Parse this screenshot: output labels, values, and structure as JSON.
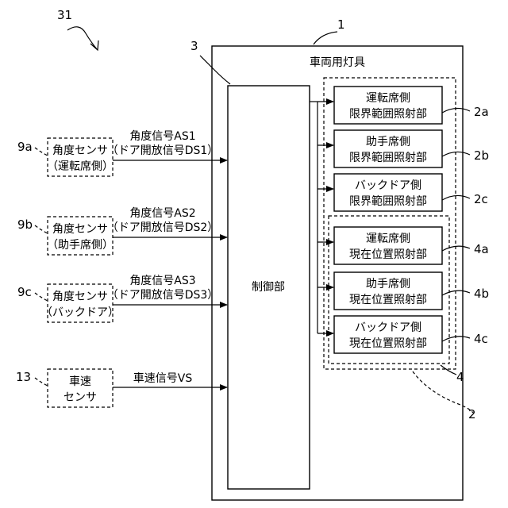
{
  "diagram": {
    "system_ref": "31",
    "lamp": {
      "ref": "1",
      "title": "車両用灯具"
    },
    "controller": {
      "ref": "3",
      "label": "制御部"
    },
    "group_refs": {
      "limit_group": "2",
      "position_group": "4"
    },
    "sensors": [
      {
        "ref": "9a",
        "line1": "角度センサ",
        "line2": "（運転席側）",
        "signal1": "角度信号AS1",
        "signal2": "（ドア開放信号DS1）"
      },
      {
        "ref": "9b",
        "line1": "角度センサ",
        "line2": "（助手席側）",
        "signal1": "角度信号AS2",
        "signal2": "（ドア開放信号DS2）"
      },
      {
        "ref": "9c",
        "line1": "角度センサ",
        "line2": "（バックドア）",
        "signal1": "角度信号AS3",
        "signal2": "（ドア開放信号DS3）"
      },
      {
        "ref": "13",
        "line1": "車速",
        "line2": "センサ",
        "signal1": "車速信号VS",
        "signal2": ""
      }
    ],
    "units": [
      {
        "ref": "2a",
        "line1": "運転席側",
        "line2": "限界範囲照射部"
      },
      {
        "ref": "2b",
        "line1": "助手席側",
        "line2": "限界範囲照射部"
      },
      {
        "ref": "2c",
        "line1": "バックドア側",
        "line2": "限界範囲照射部"
      },
      {
        "ref": "4a",
        "line1": "運転席側",
        "line2": "現在位置照射部"
      },
      {
        "ref": "4b",
        "line1": "助手席側",
        "line2": "現在位置照射部"
      },
      {
        "ref": "4c",
        "line1": "バックドア側",
        "line2": "現在位置照射部"
      }
    ]
  }
}
